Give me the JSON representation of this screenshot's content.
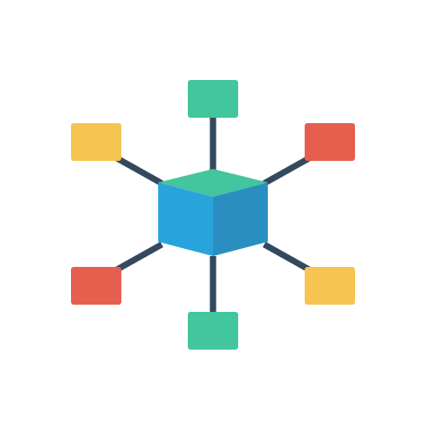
{
  "icon": {
    "name": "network-hub-icon",
    "colors": {
      "connector": "#34495e",
      "cube_top": "#43c59e",
      "cube_left": "#29a3dc",
      "cube_right": "#2a8fc0",
      "green_node": "#43c59e",
      "red_node": "#e55e4e",
      "yellow_node": "#f6c451"
    },
    "nodes": [
      {
        "id": "top",
        "color": "green_node"
      },
      {
        "id": "upper-left",
        "color": "yellow_node"
      },
      {
        "id": "upper-right",
        "color": "red_node"
      },
      {
        "id": "lower-left",
        "color": "red_node"
      },
      {
        "id": "lower-right",
        "color": "yellow_node"
      },
      {
        "id": "bottom",
        "color": "green_node"
      }
    ]
  }
}
